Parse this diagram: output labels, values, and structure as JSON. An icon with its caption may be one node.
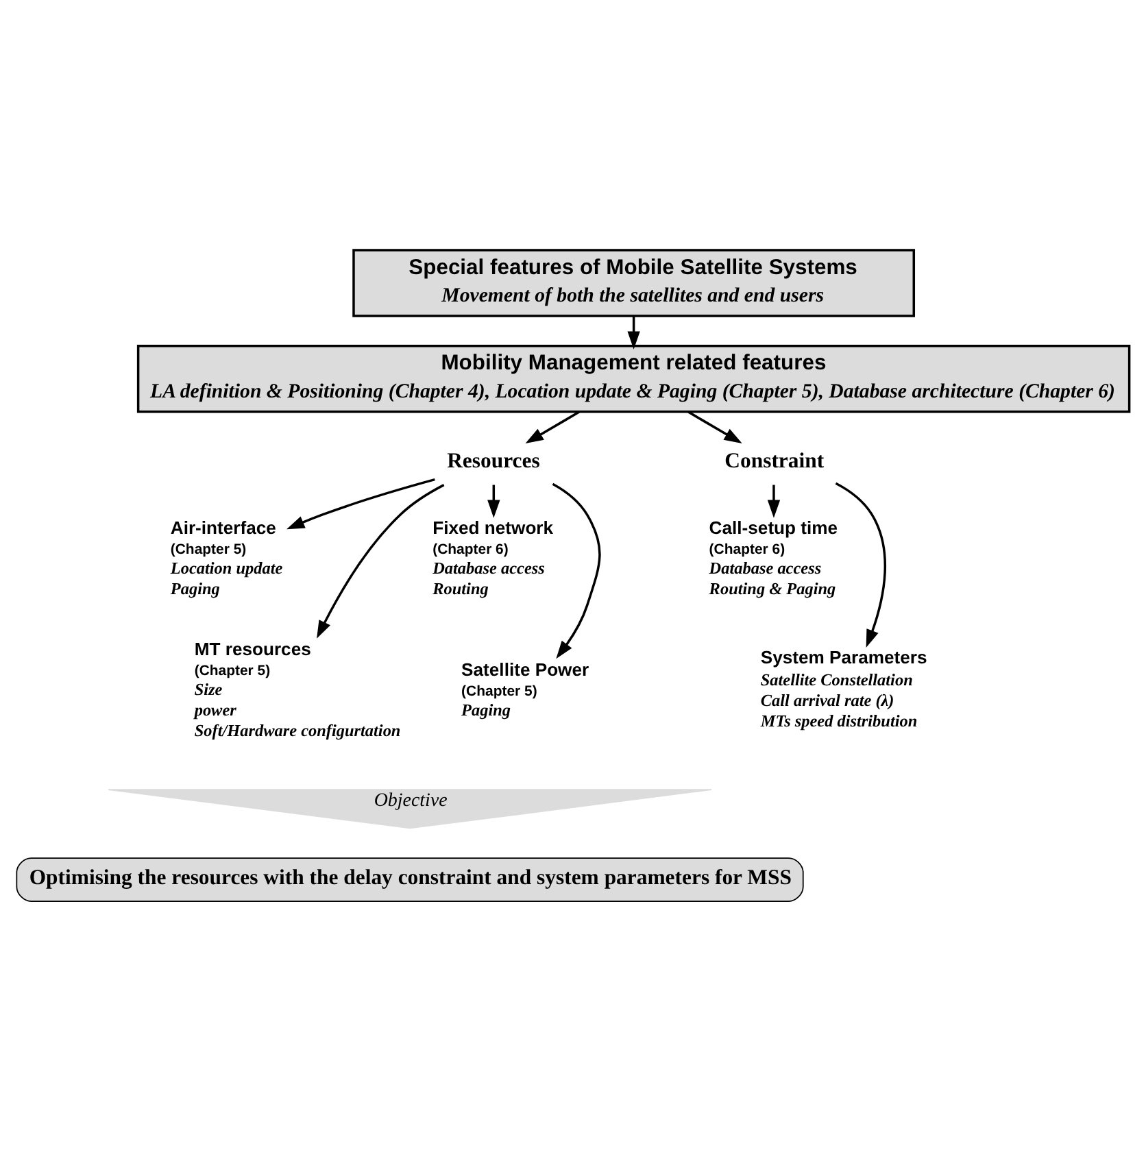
{
  "diagram": {
    "nodes": [
      {
        "text": [
          "Special features of Mobile Satellite Systems",
          "Movement of both the satellites and end users"
        ]
      },
      {
        "text": [
          "Mobility Management related features",
          "LA definition & Positioning (Chapter 4), Location update & Paging (Chapter 5), Database architecture (Chapter 6)"
        ]
      },
      {
        "text": [
          "Resources"
        ]
      },
      {
        "text": [
          "Constraint"
        ]
      },
      {
        "text": [
          "Air-interface",
          "(Chapter 5)",
          "Location update",
          "Paging"
        ]
      },
      {
        "text": [
          "Fixed network",
          "(Chapter 6)",
          "Database access",
          "Routing"
        ]
      },
      {
        "text": [
          "Call-setup time",
          "(Chapter 6)",
          "Database access",
          "Routing & Paging"
        ]
      },
      {
        "text": [
          "MT resources",
          "(Chapter 5)",
          "Size",
          "power",
          "Soft/Hardware configurtation"
        ]
      },
      {
        "text": [
          "Satellite Power",
          "(Chapter 5)",
          "Paging"
        ]
      },
      {
        "text": [
          "System Parameters",
          "Satellite Constellation",
          "Call arrival rate (λ)",
          "MTs speed distribution"
        ]
      },
      {
        "text": [
          "Objective"
        ]
      },
      {
        "text": [
          "Optimising the resources with the delay constraint and system parameters for MSS"
        ]
      }
    ],
    "edges": [
      {
        "from": 0,
        "to": 1,
        "arrow": "to"
      },
      {
        "from": 1,
        "to": 2,
        "arrow": "to"
      },
      {
        "from": 1,
        "to": 3,
        "arrow": "to"
      },
      {
        "from": 2,
        "to": 4,
        "arrow": "to"
      },
      {
        "from": 2,
        "to": 5,
        "arrow": "to"
      },
      {
        "from": 3,
        "to": 6,
        "arrow": "to"
      },
      {
        "from": 2,
        "to": 7,
        "arrow": "to"
      },
      {
        "from": 2,
        "to": 8,
        "arrow": "to"
      },
      {
        "from": 3,
        "to": 9,
        "arrow": "to"
      }
    ]
  }
}
